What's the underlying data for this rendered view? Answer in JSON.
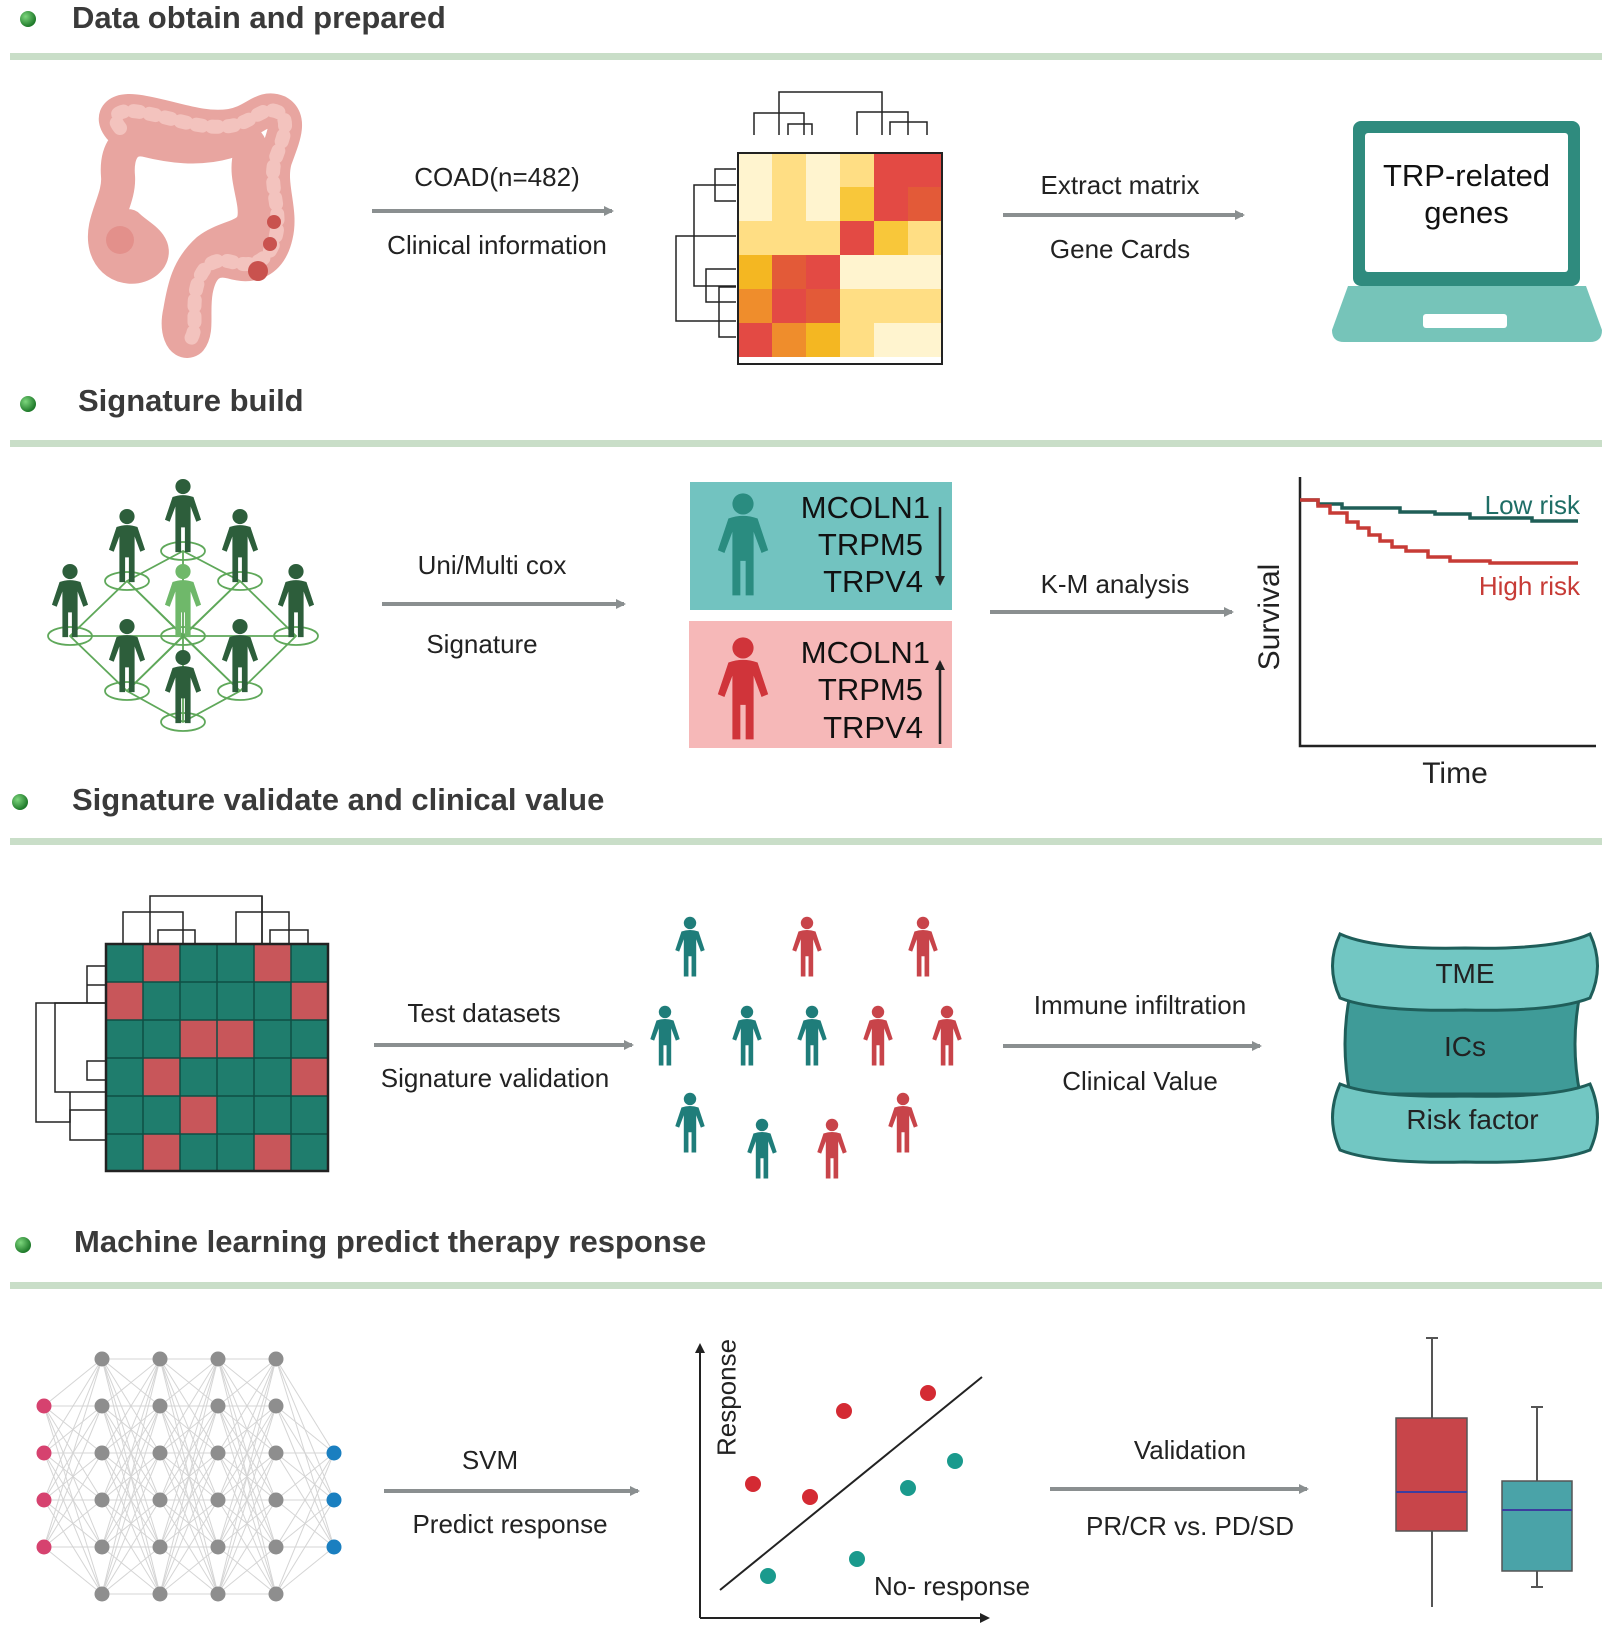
{
  "sections": [
    {
      "title": "Data obtain and prepared"
    },
    {
      "title": "Signature build"
    },
    {
      "title": "Signature validate and clinical value"
    },
    {
      "title": "Machine learning predict therapy response"
    }
  ],
  "section1": {
    "arrow1_top": "COAD(n=482)",
    "arrow1_bottom": "Clinical information",
    "arrow2_top": "Extract matrix",
    "arrow2_bottom": "Gene Cards",
    "laptop_text_line1": "TRP-related",
    "laptop_text_line2": "genes"
  },
  "section2": {
    "arrow1_top": "Uni/Multi cox",
    "arrow1_bottom": "Signature",
    "genes_low": [
      "MCOLN1",
      "TRPM5",
      "TRPV4"
    ],
    "genes_high": [
      "MCOLN1",
      "TRPM5",
      "TRPV4"
    ],
    "arrow2_top": "K-M analysis",
    "km_ylabel": "Survival",
    "km_xlabel": "Time",
    "km_low_label": "Low risk",
    "km_high_label": "High  risk"
  },
  "section3": {
    "arrow1_top": "Test datasets",
    "arrow1_bottom": "Signature validation",
    "arrow2_top": "Immune infiltration",
    "arrow2_bottom": "Clinical Value",
    "stack": [
      "TME",
      "ICs",
      "Risk factor"
    ]
  },
  "section4": {
    "arrow1_top": "SVM",
    "arrow1_bottom": "Predict response",
    "scatter_ylabel": "Response",
    "scatter_nolabel": "No- response",
    "arrow2_top": "Validation",
    "arrow2_bottom": "PR/CR vs. PD/SD"
  },
  "colors": {
    "teal": "#2a8c80",
    "teal_light": "#72c3c0",
    "red": "#d0343a",
    "pink": "#f6b8b8",
    "green_dark": "#2d5e3b",
    "green_light": "#6fb86a",
    "rule": "#c9dec8",
    "arrow": "#8a8f90"
  }
}
